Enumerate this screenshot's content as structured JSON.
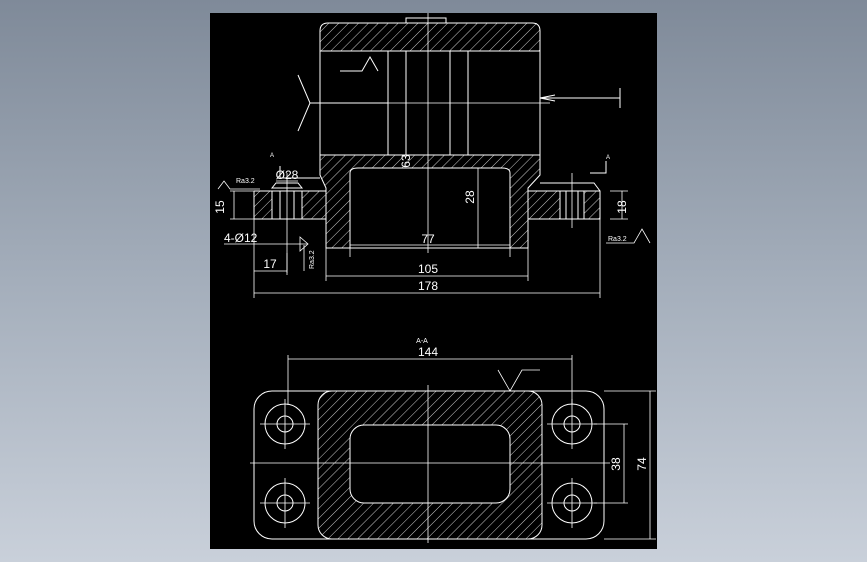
{
  "drawing": {
    "background": "#000000",
    "line_color": "#ffffff",
    "front_view": {
      "dimensions": {
        "d63": "63",
        "phi28": "Ø28",
        "h28": "28",
        "h15": "15",
        "h18": "18",
        "holes": "4-Ø12",
        "w17": "17",
        "w77": "77",
        "w105": "105",
        "w178": "178"
      },
      "roughness_left": "Ra3.2",
      "roughness_hole": "Ra3.2",
      "roughness_right": "Ra3.2",
      "section_mark_left": "A",
      "section_mark_right": "A"
    },
    "section_view": {
      "title": "A-A",
      "dimensions": {
        "w144": "144",
        "h38": "38",
        "h74": "74"
      }
    }
  }
}
